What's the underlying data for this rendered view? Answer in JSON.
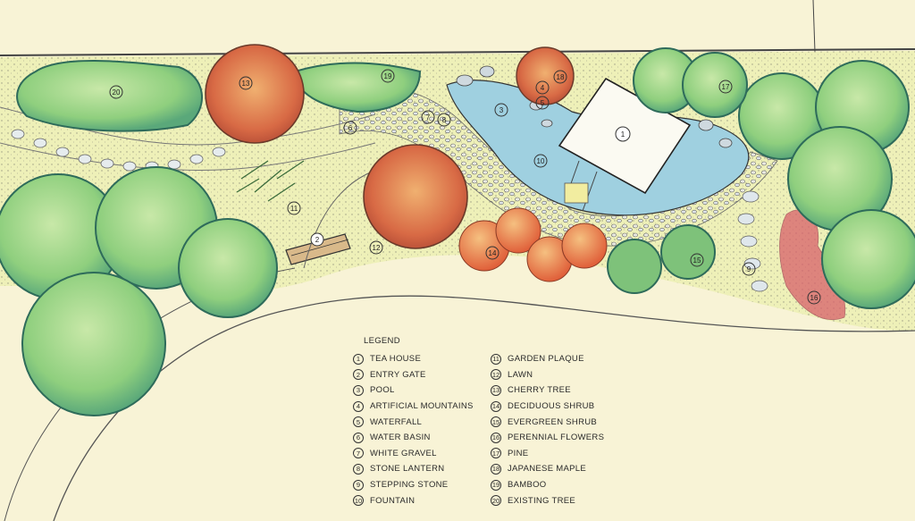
{
  "legend": {
    "title": "LEGEND",
    "items": [
      {
        "number": "1",
        "label": "TEA HOUSE"
      },
      {
        "number": "2",
        "label": "ENTRY GATE"
      },
      {
        "number": "3",
        "label": "POOL"
      },
      {
        "number": "4",
        "label": "ARTIFICIAL MOUNTAINS"
      },
      {
        "number": "5",
        "label": "WATERFALL"
      },
      {
        "number": "6",
        "label": "WATER BASIN"
      },
      {
        "number": "7",
        "label": "WHITE GRAVEL"
      },
      {
        "number": "8",
        "label": "STONE LANTERN"
      },
      {
        "number": "9",
        "label": "STEPPING STONE"
      },
      {
        "number": "10",
        "label": "FOUNTAIN"
      },
      {
        "number": "11",
        "label": "GARDEN PLAQUE"
      },
      {
        "number": "12",
        "label": "LAWN"
      },
      {
        "number": "13",
        "label": "CHERRY TREE"
      },
      {
        "number": "14",
        "label": "DECIDUOUS SHRUB"
      },
      {
        "number": "15",
        "label": "EVERGREEN SHRUB"
      },
      {
        "number": "16",
        "label": "PERENNIAL FLOWERS"
      },
      {
        "number": "17",
        "label": "PINE"
      },
      {
        "number": "18",
        "label": "JAPANESE MAPLE"
      },
      {
        "number": "19",
        "label": "BAMBOO"
      },
      {
        "number": "20",
        "label": "EXISTING TREE"
      }
    ]
  },
  "plan_markers": [
    "20",
    "13",
    "19",
    "18",
    "3",
    "4",
    "5",
    "6",
    "7",
    "8",
    "1",
    "10",
    "17",
    "11",
    "2",
    "12",
    "14",
    "15",
    "9",
    "16"
  ],
  "colors": {
    "paper": "#f8f3d6",
    "lawn": "#eef0b8",
    "tree_green": "#9fd58c",
    "tree_outline": "#2e6b5a",
    "cherry": "#d9724e",
    "shrub_orange": "#e88a4a",
    "water": "#9fd0e0",
    "flowers": "#d8606a"
  }
}
